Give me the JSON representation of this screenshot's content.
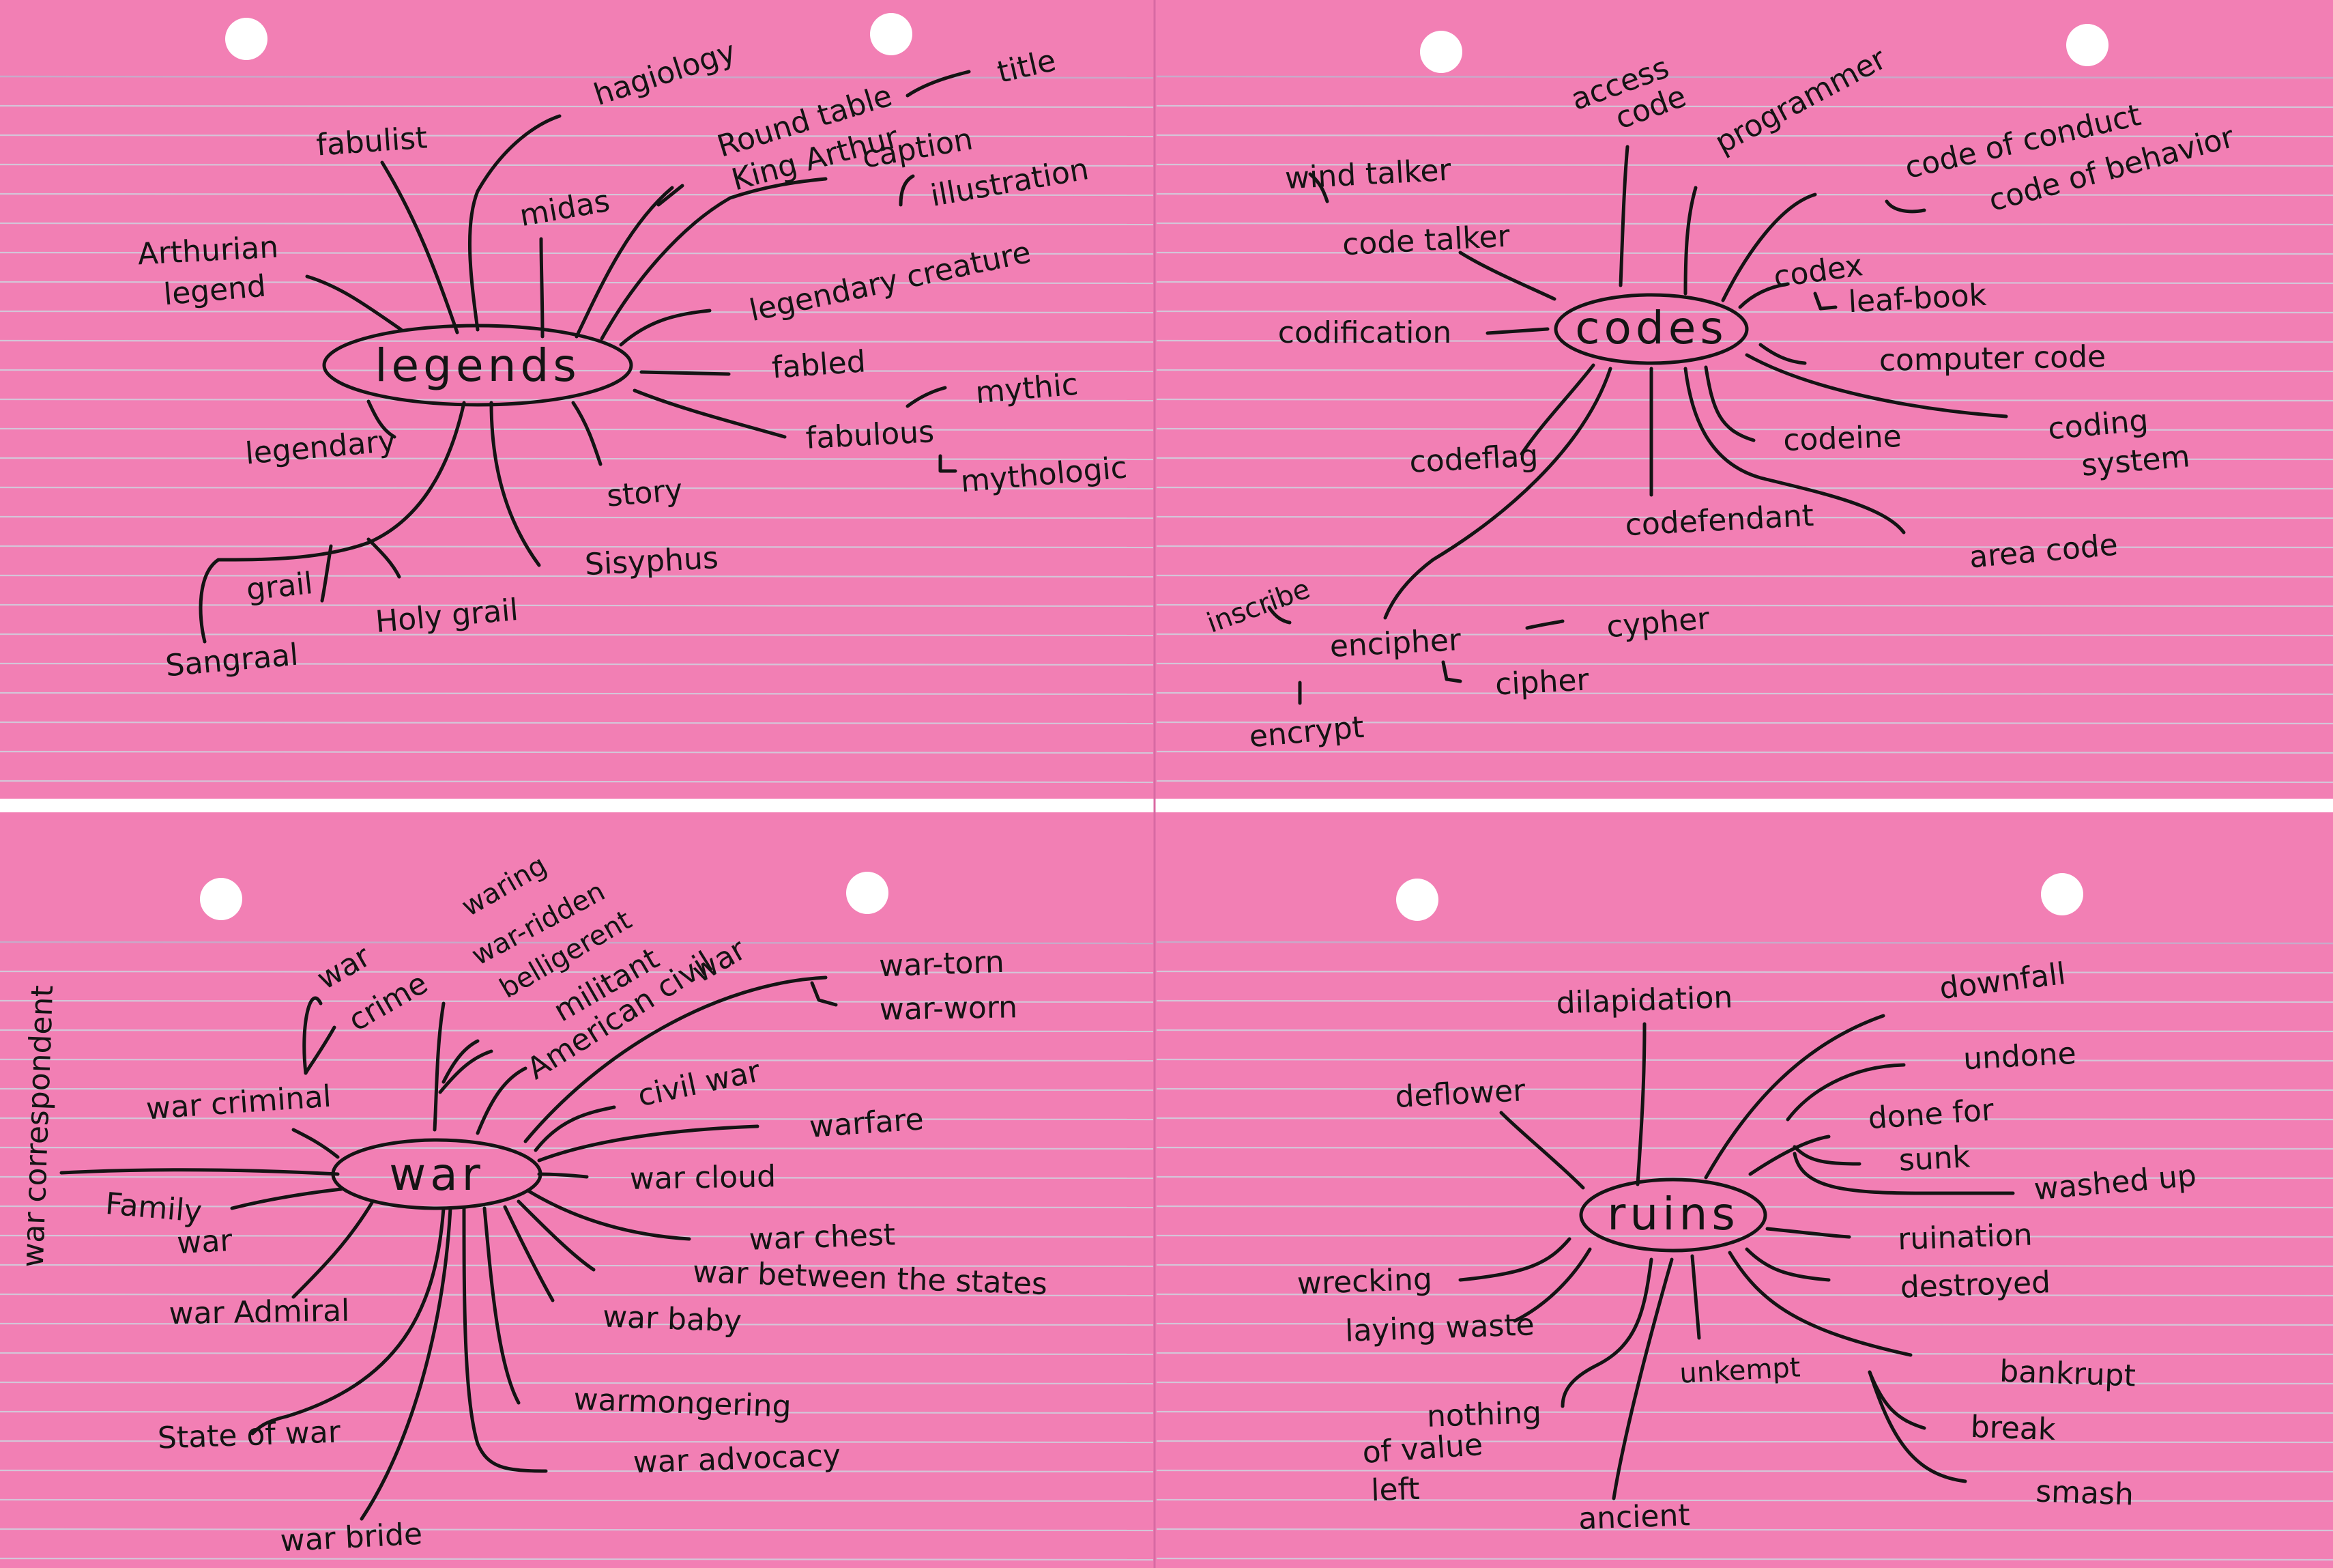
{
  "cards": [
    {
      "hub": "legends",
      "nodes": [
        {
          "id": "hagiology",
          "label": "hagiology"
        },
        {
          "id": "fabulist",
          "label": "fabulist"
        },
        {
          "id": "round-table",
          "label": "Round table"
        },
        {
          "id": "king-arthur",
          "label": "King Arthur"
        },
        {
          "id": "title",
          "label": "title"
        },
        {
          "id": "caption",
          "label": "caption"
        },
        {
          "id": "illustration",
          "label": "illustration"
        },
        {
          "id": "midas",
          "label": "midas"
        },
        {
          "id": "arthurian",
          "label": "Arthurian"
        },
        {
          "id": "legend",
          "label": "legend"
        },
        {
          "id": "legendary-creature",
          "label": "legendary creature"
        },
        {
          "id": "fabled",
          "label": "fabled"
        },
        {
          "id": "mythic",
          "label": "mythic"
        },
        {
          "id": "fabulous",
          "label": "fabulous"
        },
        {
          "id": "mythologic",
          "label": "mythologic"
        },
        {
          "id": "legendary",
          "label": "legendary"
        },
        {
          "id": "story",
          "label": "story"
        },
        {
          "id": "sisyphus",
          "label": "Sisyphus"
        },
        {
          "id": "grail",
          "label": "grail"
        },
        {
          "id": "holy-grail",
          "label": "Holy grail"
        },
        {
          "id": "sangraal",
          "label": "Sangraal"
        }
      ]
    },
    {
      "hub": "codes",
      "nodes": [
        {
          "id": "access",
          "label": "access"
        },
        {
          "id": "code",
          "label": "code"
        },
        {
          "id": "programmer",
          "label": "programmer"
        },
        {
          "id": "wind-talker",
          "label": "wind talker"
        },
        {
          "id": "code-talker",
          "label": "code talker"
        },
        {
          "id": "code-of-conduct",
          "label": "code of conduct"
        },
        {
          "id": "code-of-behavior",
          "label": "code of behavior"
        },
        {
          "id": "codex",
          "label": "codex"
        },
        {
          "id": "leaf-book",
          "label": "leaf-book"
        },
        {
          "id": "codification",
          "label": "codification"
        },
        {
          "id": "computer-code",
          "label": "computer code"
        },
        {
          "id": "codeflag",
          "label": "codeflag"
        },
        {
          "id": "codeine",
          "label": "codeine"
        },
        {
          "id": "coding",
          "label": "coding"
        },
        {
          "id": "system",
          "label": "system"
        },
        {
          "id": "codefendant",
          "label": "codefendant"
        },
        {
          "id": "area-code",
          "label": "area code"
        },
        {
          "id": "inscribe",
          "label": "inscribe"
        },
        {
          "id": "encipher",
          "label": "encipher"
        },
        {
          "id": "cypher",
          "label": "cypher"
        },
        {
          "id": "cipher",
          "label": "cipher"
        },
        {
          "id": "encrypt",
          "label": "encrypt"
        }
      ]
    },
    {
      "hub": "war",
      "nodes": [
        {
          "id": "war-correspondent",
          "label": "war correspondent"
        },
        {
          "id": "war",
          "label": "war"
        },
        {
          "id": "crime",
          "label": "crime"
        },
        {
          "id": "waring",
          "label": "waring"
        },
        {
          "id": "war-ridden",
          "label": "war-ridden"
        },
        {
          "id": "belligerent",
          "label": "belligerent"
        },
        {
          "id": "militant",
          "label": "militant"
        },
        {
          "id": "american-civil",
          "label": "American civil"
        },
        {
          "id": "war-b",
          "label": "war"
        },
        {
          "id": "war-torn",
          "label": "war-torn"
        },
        {
          "id": "war-worn",
          "label": "war-worn"
        },
        {
          "id": "war-criminal",
          "label": "war criminal"
        },
        {
          "id": "civil-war",
          "label": "civil war"
        },
        {
          "id": "warfare",
          "label": "warfare"
        },
        {
          "id": "family",
          "label": "Family"
        },
        {
          "id": "war-c",
          "label": "war"
        },
        {
          "id": "war-cloud",
          "label": "war cloud"
        },
        {
          "id": "war-chest",
          "label": "war chest"
        },
        {
          "id": "war-between-the-states",
          "label": "war between the states"
        },
        {
          "id": "war-admiral",
          "label": "war Admiral"
        },
        {
          "id": "war-baby",
          "label": "war baby"
        },
        {
          "id": "warmongering",
          "label": "warmongering"
        },
        {
          "id": "state-of-war",
          "label": "State of war"
        },
        {
          "id": "war-advocacy",
          "label": "war advocacy"
        },
        {
          "id": "war-bride",
          "label": "war bride"
        }
      ]
    },
    {
      "hub": "ruins",
      "nodes": [
        {
          "id": "dilapidation",
          "label": "dilapidation"
        },
        {
          "id": "downfall",
          "label": "downfall"
        },
        {
          "id": "undone",
          "label": "undone"
        },
        {
          "id": "deflower",
          "label": "deflower"
        },
        {
          "id": "done-for",
          "label": "done for"
        },
        {
          "id": "sunk",
          "label": "sunk"
        },
        {
          "id": "washed-up",
          "label": "washed up"
        },
        {
          "id": "ruination",
          "label": "ruination"
        },
        {
          "id": "wrecking",
          "label": "wrecking"
        },
        {
          "id": "destroyed",
          "label": "destroyed"
        },
        {
          "id": "laying-waste",
          "label": "laying waste"
        },
        {
          "id": "unkempt",
          "label": "unkempt"
        },
        {
          "id": "bankrupt",
          "label": "bankrupt"
        },
        {
          "id": "nothing",
          "label": "nothing"
        },
        {
          "id": "of-value",
          "label": "of value"
        },
        {
          "id": "left",
          "label": "left"
        },
        {
          "id": "break",
          "label": "break"
        },
        {
          "id": "smash",
          "label": "smash"
        },
        {
          "id": "ancient",
          "label": "ancient"
        }
      ]
    }
  ]
}
